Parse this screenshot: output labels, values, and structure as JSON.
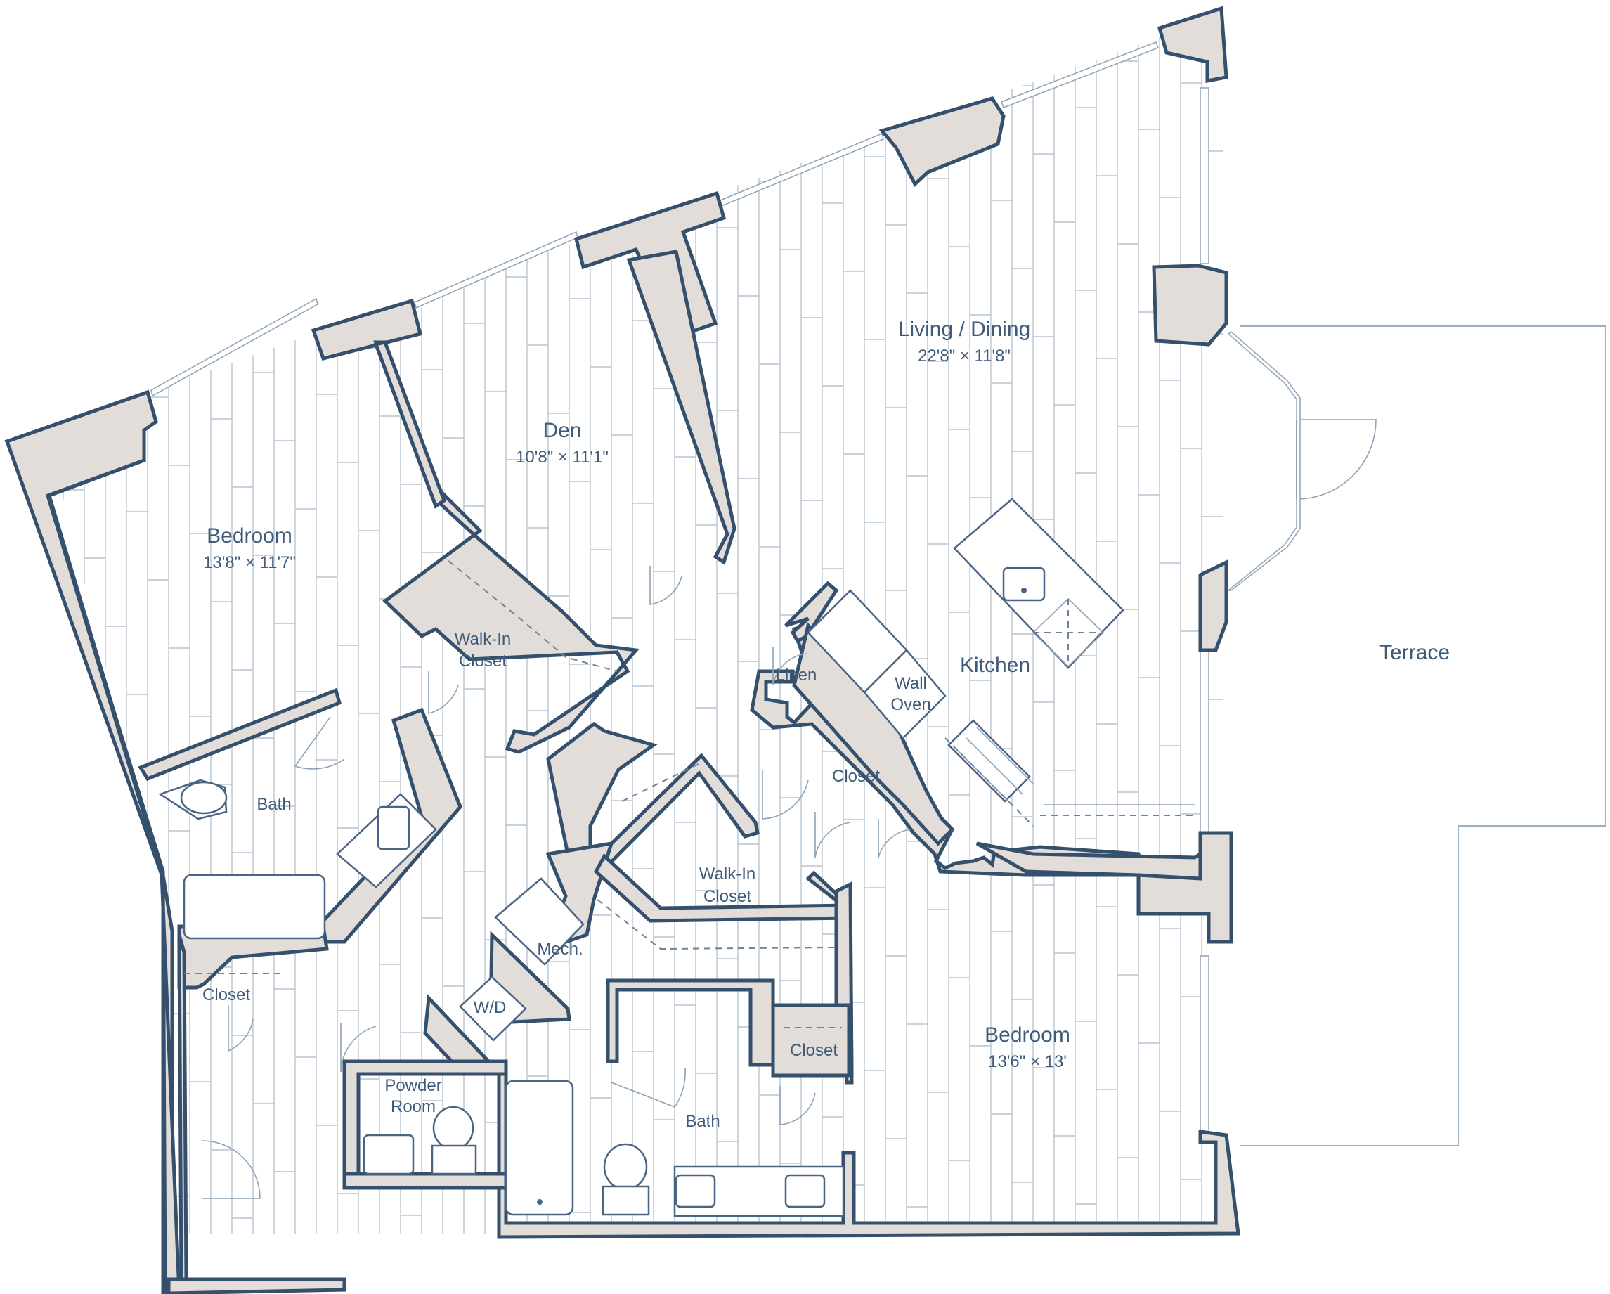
{
  "rooms": {
    "bedroom1": {
      "name": "Bedroom",
      "dims": "13'8\" × 11'7\""
    },
    "den": {
      "name": "Den",
      "dims": "10'8\" × 11'1\""
    },
    "living": {
      "name": "Living / Dining",
      "dims": "22'8\" × 11'8\""
    },
    "kitchen": {
      "name": "Kitchen"
    },
    "terrace": {
      "name": "Terrace"
    },
    "walkin1": {
      "line1": "Walk-In",
      "line2": "Closet"
    },
    "walkin2": {
      "line1": "Walk-In",
      "line2": "Closet"
    },
    "bath1": {
      "name": "Bath"
    },
    "bath2": {
      "name": "Bath"
    },
    "linen": {
      "name": "Linen"
    },
    "wall_oven": {
      "line1": "Wall",
      "line2": "Oven"
    },
    "closet_hall": {
      "name": "Closet"
    },
    "closet_bed1": {
      "name": "Closet"
    },
    "closet_bed2": {
      "name": "Closet"
    },
    "mech": {
      "name": "Mech."
    },
    "wd": {
      "name": "W/D"
    },
    "powder": {
      "line1": "Powder",
      "line2": "Room"
    },
    "bedroom2": {
      "name": "Bedroom",
      "dims": "13'6\" × 13'"
    }
  },
  "colors": {
    "wall_fill": "#e2ddd8",
    "wall_stroke": "#34506d",
    "label": "#3f5b7a",
    "floor_lines": "#b9c4cf"
  }
}
